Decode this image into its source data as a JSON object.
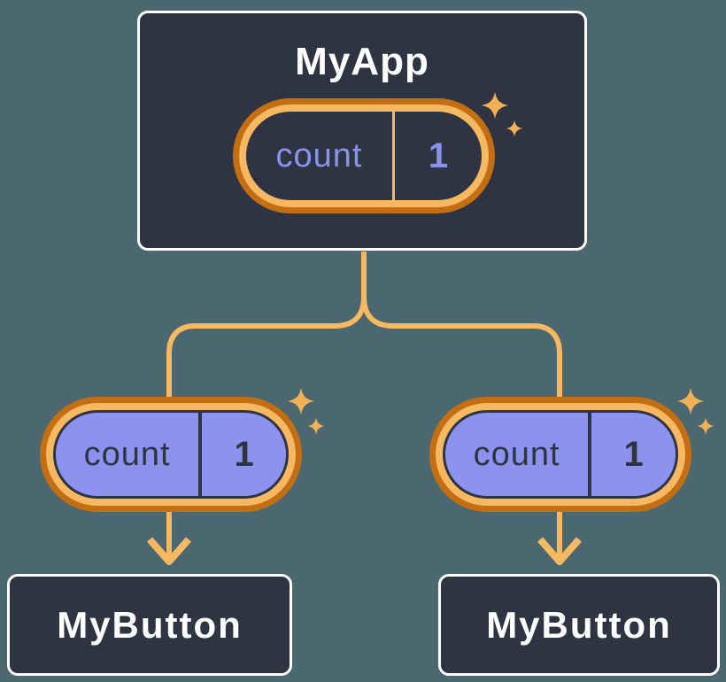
{
  "colors": {
    "background": "#4B6770",
    "card-bg": "#2E3442",
    "card-border": "#FFFFFF",
    "orange-dark": "#C46E14",
    "orange-light": "#F6B860",
    "sparkle": "#F4B056",
    "purple-fill": "#8B93EE",
    "periwinkle-text": "#8A93EC",
    "ink-text": "#2E3442",
    "white-text": "#FFFFFF"
  },
  "diagram": {
    "root": {
      "title": "MyApp",
      "state": {
        "name": "count",
        "value": "1"
      }
    },
    "children": [
      {
        "title": "MyButton",
        "state": {
          "name": "count",
          "value": "1"
        }
      },
      {
        "title": "MyButton",
        "state": {
          "name": "count",
          "value": "1"
        }
      }
    ],
    "icons": {
      "sparkle": "four-point-sparkle",
      "arrow": "down-arrow"
    }
  }
}
